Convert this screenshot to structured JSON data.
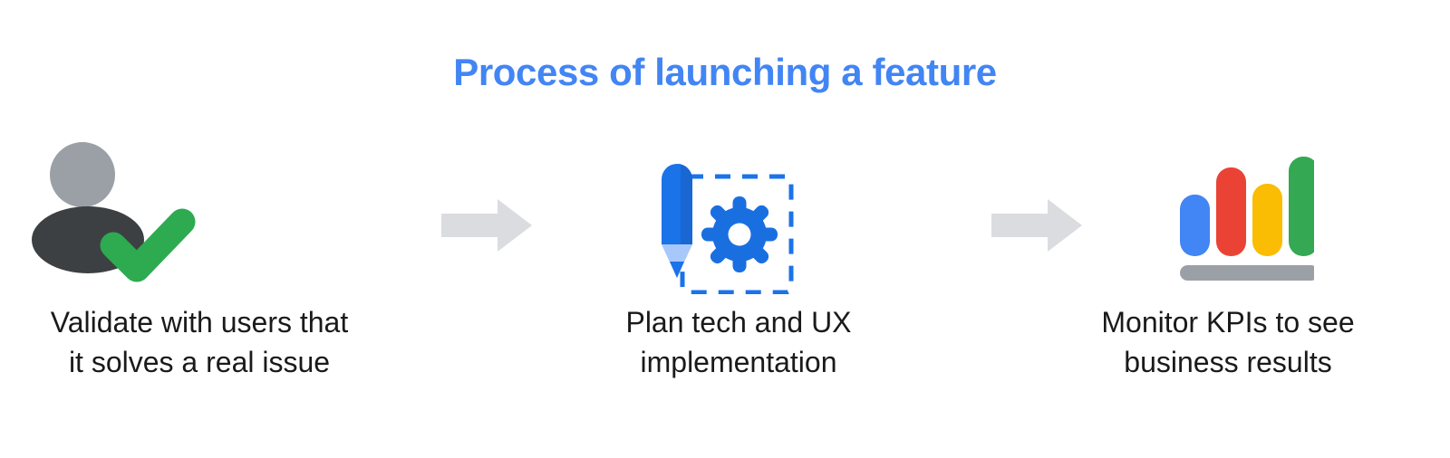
{
  "page": {
    "title": "Process of launching a feature",
    "title_color": "#4285f4",
    "background_color": "#ffffff",
    "text_color": "#1a1a1a"
  },
  "steps": [
    {
      "id": "validate",
      "icon": "person-check-icon",
      "label_line1": "Validate with users that",
      "label_line2": "it solves a real issue",
      "colors": {
        "head": "#9aa0a6",
        "body": "#3c4043",
        "check": "#2eaa51"
      }
    },
    {
      "id": "plan",
      "icon": "pencil-gear-dashed-frame-icon",
      "label_line1": "Plan tech and UX",
      "label_line2": "implementation",
      "colors": {
        "pencil_body": "#1a73e8",
        "pencil_body_dark": "#1558c0",
        "pencil_tip": "#a8c7fa",
        "pencil_point": "#1a73e8",
        "gear": "#1a6fe0",
        "dashed_border": "#1a73e8"
      }
    },
    {
      "id": "monitor",
      "icon": "bar-chart-icon",
      "label_line1": "Monitor KPIs to see",
      "label_line2": "business results",
      "colors": {
        "bar_blue": "#4285f4",
        "bar_red": "#ea4335",
        "bar_yellow": "#fbbc04",
        "bar_green": "#34a853",
        "baseline": "#9aa0a6"
      }
    }
  ],
  "arrows": [
    {
      "id": "arrow-1-to-2",
      "icon": "arrow-right-icon",
      "color": "#dadce0"
    },
    {
      "id": "arrow-2-to-3",
      "icon": "arrow-right-icon",
      "color": "#dadce0"
    }
  ]
}
